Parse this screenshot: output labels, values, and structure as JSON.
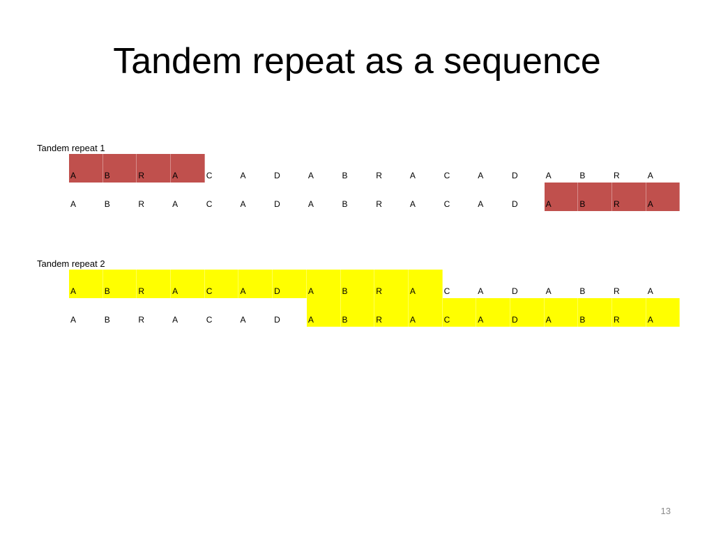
{
  "slide": {
    "title": "Tandem repeat as a sequence",
    "page_number": "13"
  },
  "colors": {
    "repeat1_highlight": "#c0504d",
    "repeat2_highlight": "#ffff00"
  },
  "sequence": [
    "A",
    "B",
    "R",
    "A",
    "C",
    "A",
    "D",
    "A",
    "B",
    "R",
    "A",
    "C",
    "A",
    "D",
    "A",
    "B",
    "R",
    "A"
  ],
  "sections": [
    {
      "label": "Tandem repeat 1",
      "color_key": "repeat1_highlight",
      "rows": [
        {
          "highlight_start": 0,
          "highlight_end": 3
        },
        {
          "highlight_start": 14,
          "highlight_end": 17
        }
      ]
    },
    {
      "label": "Tandem repeat 2",
      "color_key": "repeat2_highlight",
      "rows": [
        {
          "highlight_start": 0,
          "highlight_end": 10
        },
        {
          "highlight_start": 7,
          "highlight_end": 17
        }
      ]
    }
  ]
}
